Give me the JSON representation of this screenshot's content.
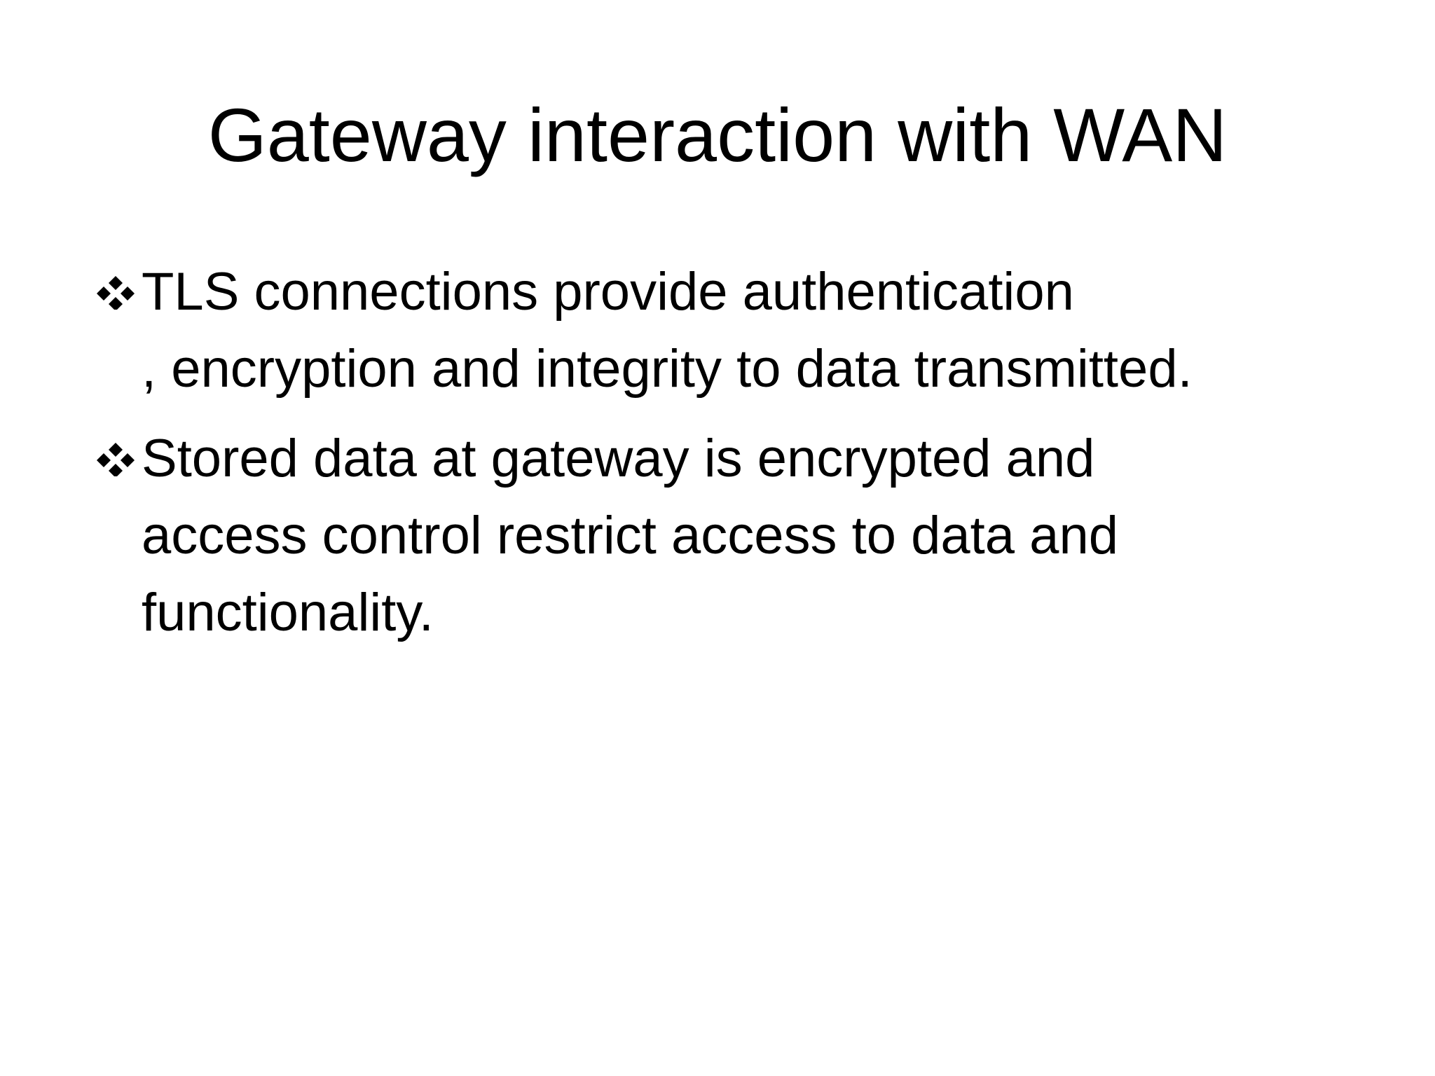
{
  "slide": {
    "title": "Gateway interaction with WAN",
    "bullets": [
      {
        "icon": "four-diamond-bullet-icon",
        "lines": [
          "TLS connections provide authentication",
          ", encryption and integrity to data transmitted."
        ]
      },
      {
        "icon": "four-diamond-bullet-icon",
        "lines": [
          "Stored data at gateway is encrypted and",
          "access control restrict access to data and",
          "functionality."
        ]
      }
    ]
  }
}
